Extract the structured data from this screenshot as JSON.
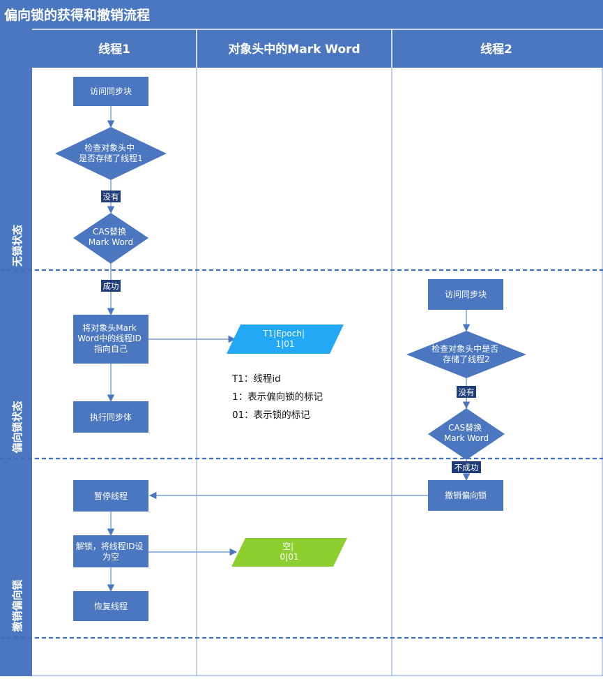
{
  "title": "偏向锁的获得和撤销流程",
  "columns": [
    "线程1",
    "对象头中的Mark Word",
    "线程2"
  ],
  "phases": [
    "无锁状态",
    "偏向锁状态",
    "撤销偏向锁"
  ],
  "nodes": {
    "t1_visit": [
      "访问同步块"
    ],
    "t1_check": [
      "检查对象头中",
      "是否存储了线程1"
    ],
    "t1_cas": [
      "CAS替换",
      "Mark Word"
    ],
    "t1_setid": [
      "将对象头Mark",
      "Word中的线程ID",
      "指向自己"
    ],
    "t1_exec": [
      "执行同步体"
    ],
    "t1_pause": [
      "暂停线程"
    ],
    "t1_unlock": [
      "解锁，将线程ID设",
      "为空"
    ],
    "t1_resume": [
      "恢复线程"
    ],
    "mw_biased": [
      "T1|Epoch|",
      "1|01"
    ],
    "mw_empty": [
      "空|",
      "0|01"
    ],
    "t2_visit": [
      "访问同步块"
    ],
    "t2_check": [
      "检查对象头中是否",
      "存储了线程2"
    ],
    "t2_cas": [
      "CAS替换",
      "Mark Word"
    ],
    "t2_revoke": [
      "撤销偏向锁"
    ]
  },
  "edge_labels": {
    "t1_no": "没有",
    "t1_success": "成功",
    "t2_no": "没有",
    "t2_fail": "不成功"
  },
  "notes": [
    "T1：线程id",
    "1：表示偏向锁的标记",
    "01：表示锁的标记"
  ],
  "colors": {
    "header": "#4a77c0",
    "title_text": "#ffffff",
    "box": "#4a77c0",
    "line": "#7a9fd6",
    "grid": "#7ea2d4",
    "mw_biased": "#22a8f4",
    "mw_empty": "#8bce2d",
    "label_bg": "#1f3d79",
    "note_text": "#111111"
  }
}
